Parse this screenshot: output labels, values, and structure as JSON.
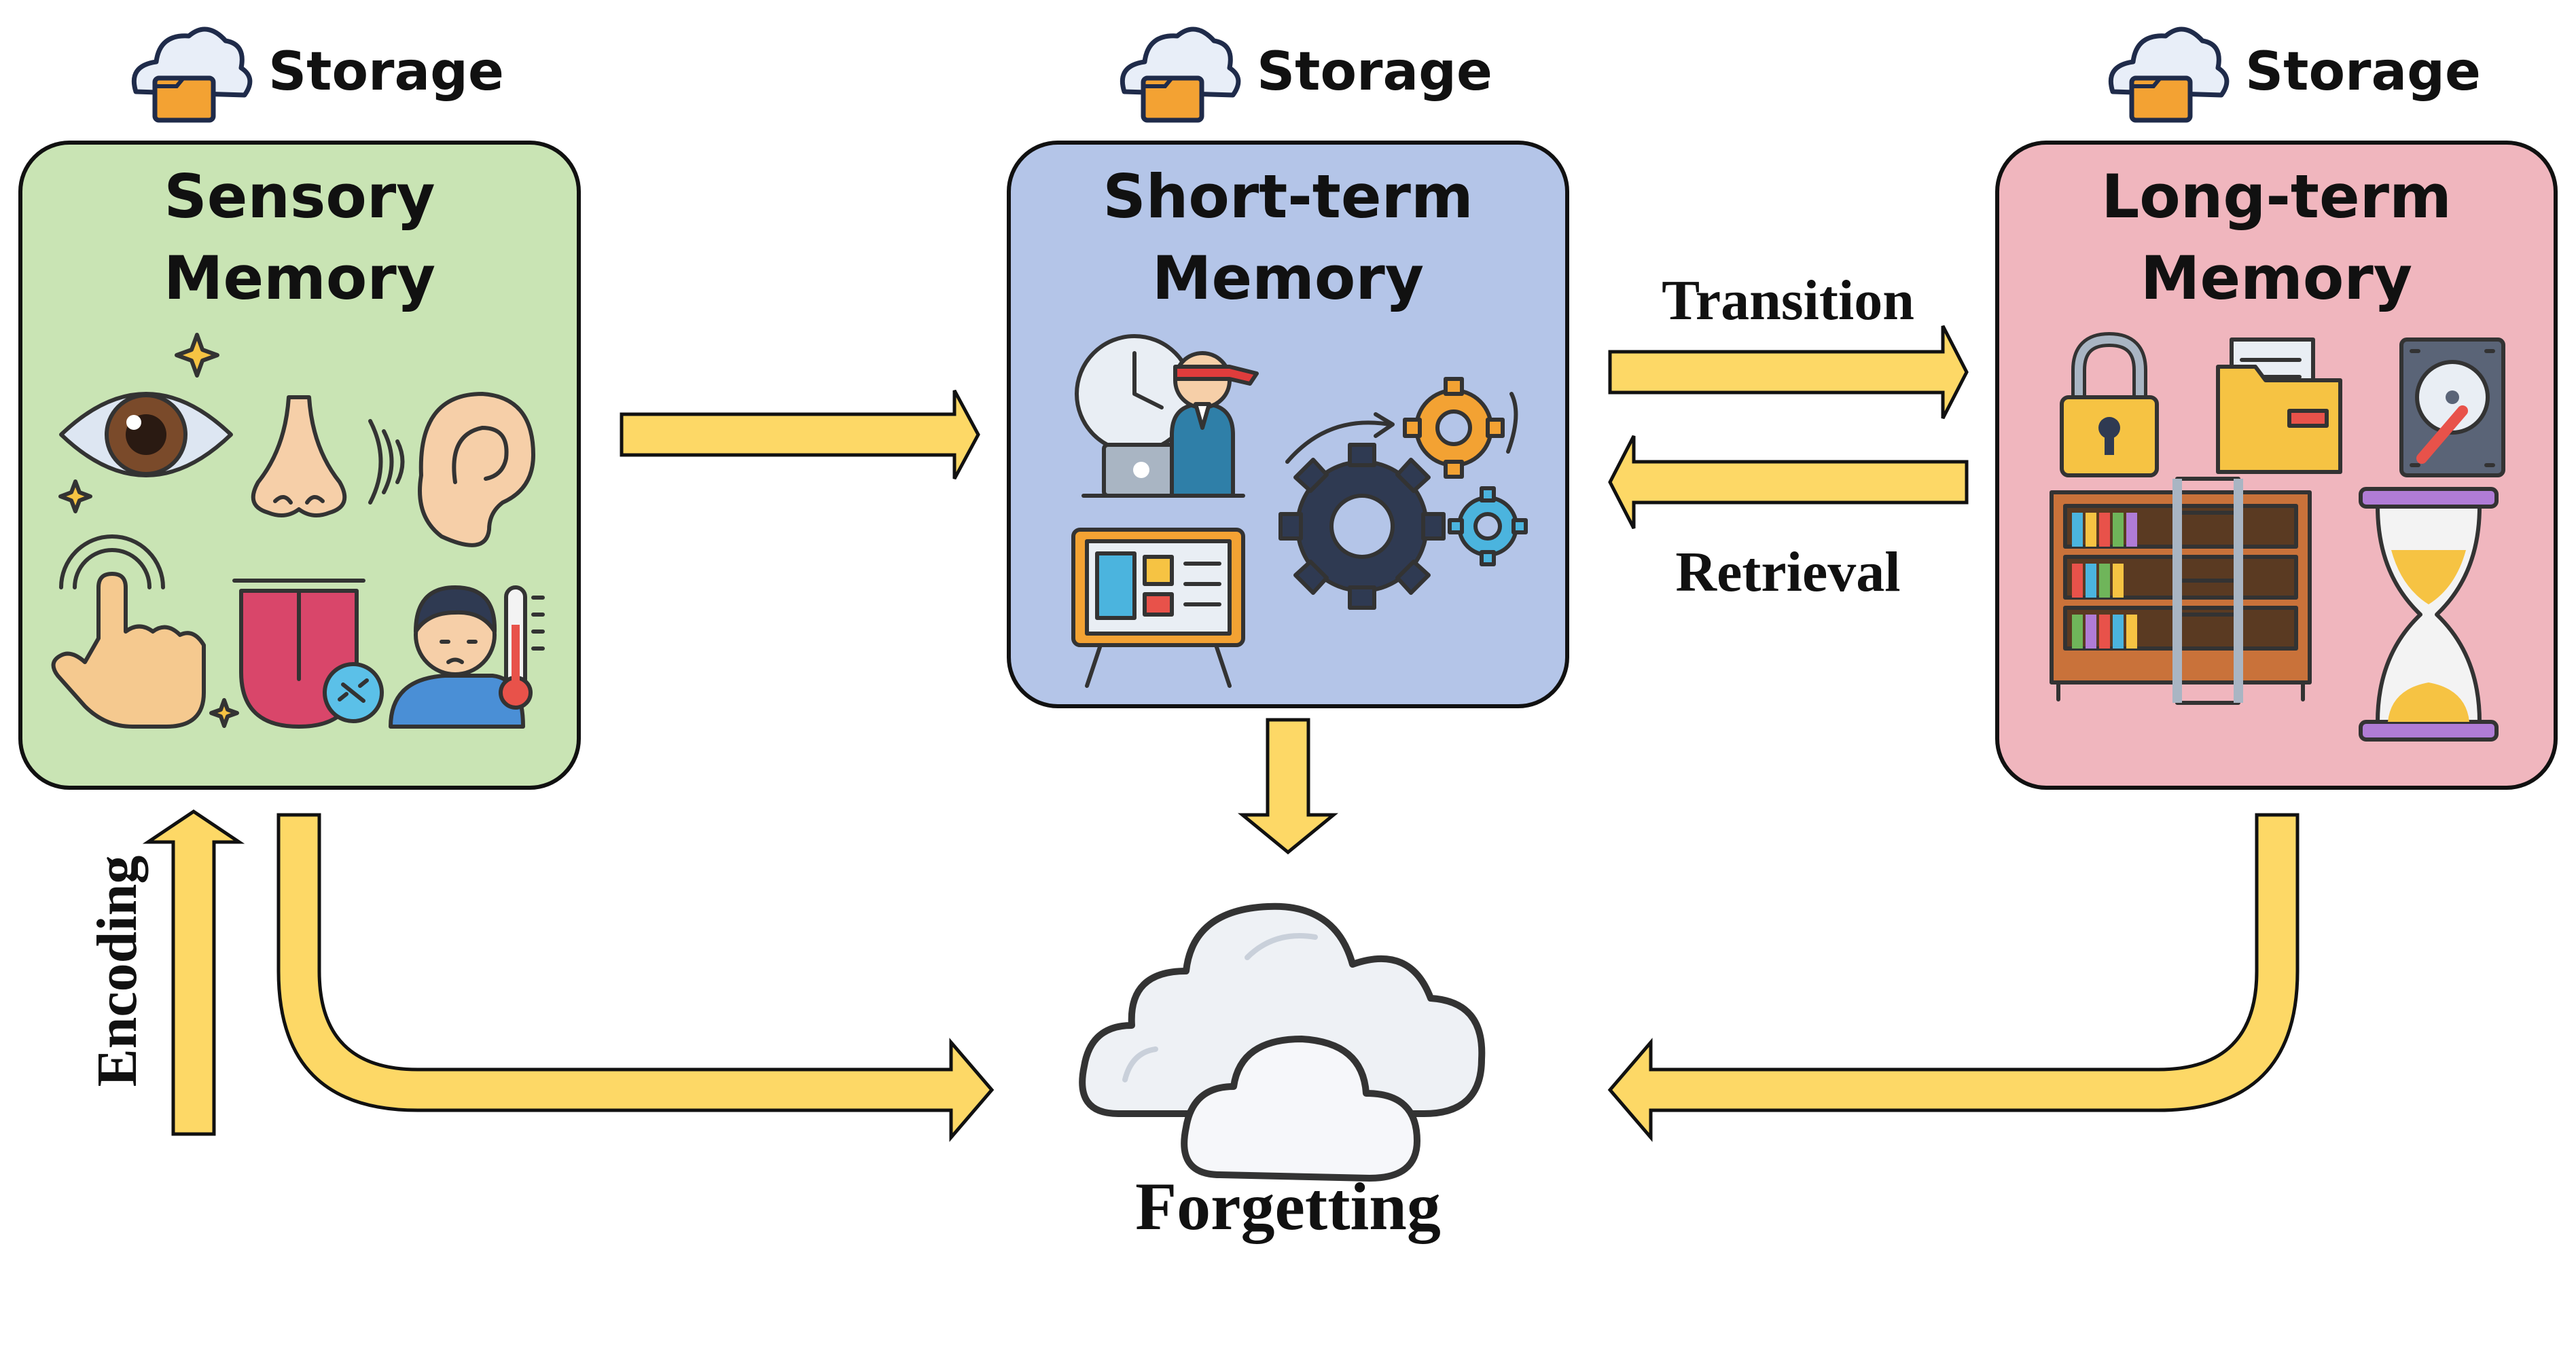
{
  "storage_labels": {
    "sensory": "Storage",
    "short_term": "Storage",
    "long_term": "Storage"
  },
  "boxes": {
    "sensory": {
      "title_line1": "Sensory",
      "title_line2": "Memory",
      "fill": "#C9E4B4",
      "icons": [
        "eye-icon",
        "nose-icon",
        "ear-icon",
        "touch-hand-icon",
        "tongue-icon",
        "temperature-person-icon"
      ]
    },
    "short_term": {
      "title_line1": "Short-term",
      "title_line2": "Memory",
      "fill": "#B4C5E8",
      "icons": [
        "clock-worker-icon",
        "gears-icon",
        "task-board-icon"
      ]
    },
    "long_term": {
      "title_line1": "Long-term",
      "title_line2": "Memory",
      "fill": "#F0B6BE",
      "icons": [
        "padlock-icon",
        "folder-icon",
        "hard-drive-icon",
        "bookshelf-icon",
        "hourglass-icon"
      ]
    }
  },
  "flows": {
    "transition": "Transition",
    "retrieval": "Retrieval",
    "encoding": "Encoding",
    "forgetting": "Forgetting"
  },
  "colors": {
    "arrow": "#FDD866",
    "outline": "#111111"
  }
}
